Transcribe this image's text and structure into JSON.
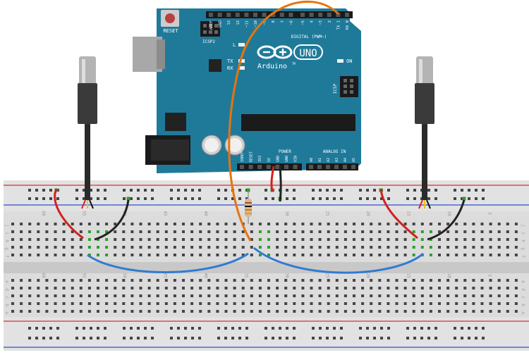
{
  "arduino": {
    "reset_label": "RESET",
    "icsp2_label": "ICSP2",
    "icsp_label": "ICSP",
    "logo_text": "UNO",
    "brand": "Arduino",
    "tm": "TM",
    "led_l": "L",
    "led_tx": "TX",
    "led_rx": "RX",
    "led_on": "ON",
    "digital_label": "DIGITAL (PWM~)",
    "power_label": "POWER",
    "analog_label": "ANALOG IN",
    "digital_pins": [
      "AREF",
      "GND",
      "13",
      "12",
      "~11",
      "~10",
      "~9",
      "8",
      "7",
      "~6",
      "~5",
      "4",
      "~3",
      "2",
      "TX 1",
      "RX 0"
    ],
    "power_pins": [
      "IOREF",
      "RESET",
      "3V3",
      "5V",
      "GND",
      "GND",
      "VIN"
    ],
    "analog_pins": [
      "A0",
      "A1",
      "A2",
      "A3",
      "A4",
      "A5"
    ]
  },
  "breadboard": {
    "column_numbers": [
      "60",
      "55",
      "50",
      "45",
      "40",
      "35",
      "30",
      "25",
      "20",
      "15",
      "10",
      "5",
      "1"
    ],
    "row_letters_top": [
      "j",
      "i",
      "h",
      "g",
      "f"
    ],
    "row_letters_bottom": [
      "e",
      "d",
      "c",
      "b",
      "a"
    ]
  },
  "colors": {
    "board": "#1f7a9a",
    "breadboard": "#dcdcdc",
    "hole": "#454545",
    "connected_hole": "#2e9e2e",
    "wire_red": "#d42020",
    "wire_black": "#222222",
    "wire_blue": "#2f7bd1",
    "wire_orange": "#e8740c",
    "rail_red": "#d93030",
    "rail_blue": "#3050d0"
  }
}
